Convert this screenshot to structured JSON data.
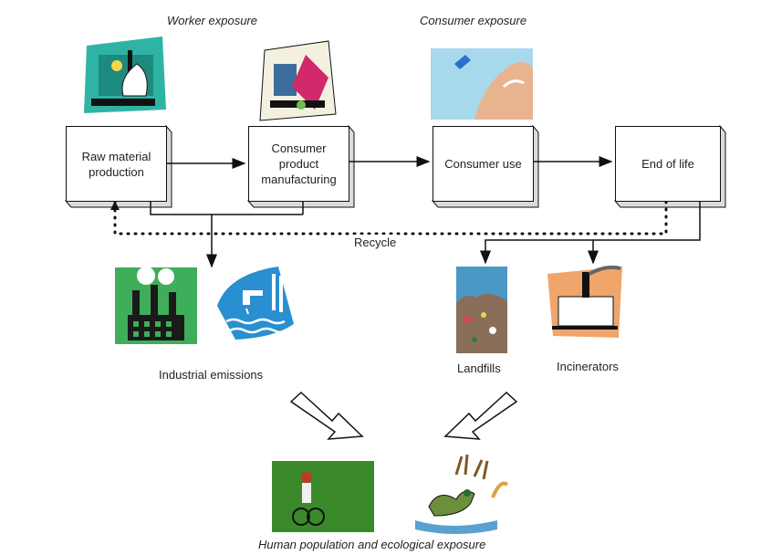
{
  "exposure_labels": {
    "worker": "Worker exposure",
    "consumer": "Consumer exposure"
  },
  "stages": {
    "raw_material": [
      "Raw material",
      "production"
    ],
    "manufacturing": [
      "Consumer",
      "product",
      "manufacturing"
    ],
    "consumer_use": [
      "Consumer use"
    ],
    "end_of_life": [
      "End of life"
    ]
  },
  "labels": {
    "recycle": "Recycle",
    "industrial_emissions": "Industrial emissions",
    "landfills": "Landfills",
    "incinerators": "Incinerators",
    "bottom_caption": "Human population and ecological exposure"
  },
  "colors": {
    "box_border": "#111111",
    "box_shadow": "#dcdcdc",
    "arrow": "#111111",
    "factory_bg": "#3fae5a",
    "water_blue": "#2a8fd1",
    "landfill_bg": "#4a98c4",
    "incinerator_bg": "#f0a56b",
    "grass": "#3a8a2c"
  }
}
